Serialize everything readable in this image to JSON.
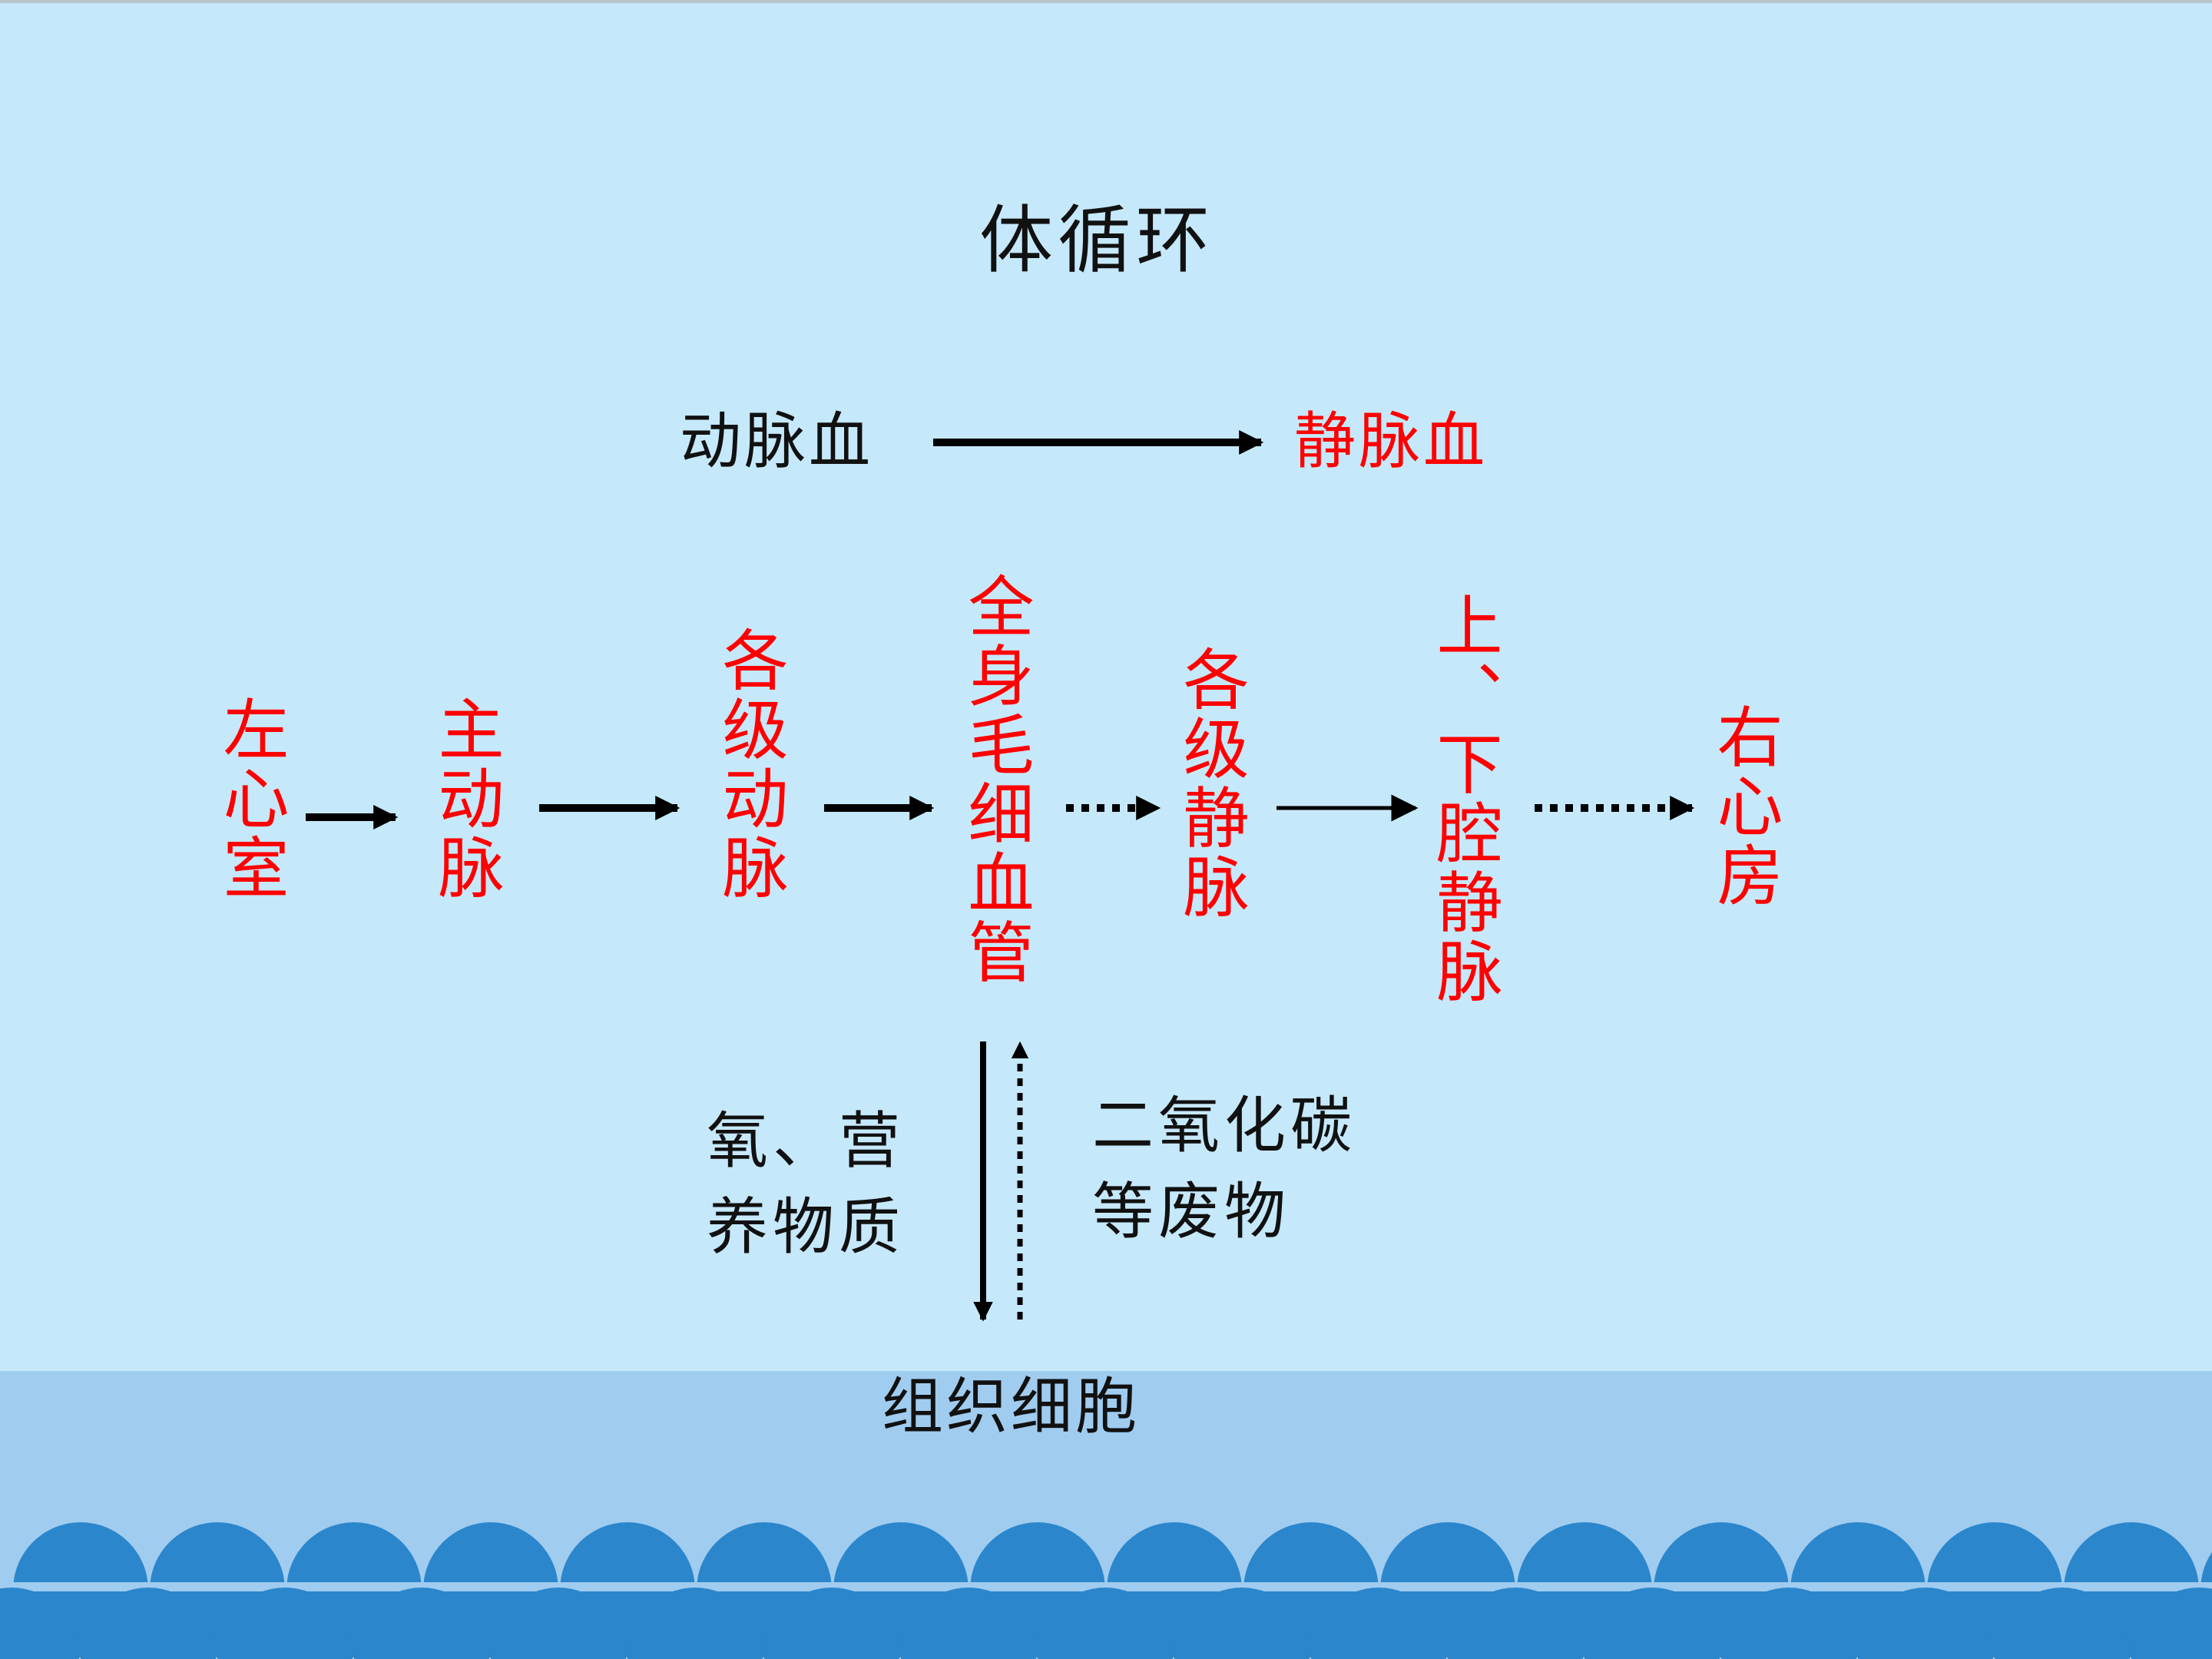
{
  "title": "体循环",
  "blood_change": {
    "from": "动脉血",
    "to": "静脉血"
  },
  "pathway": [
    {
      "label": "左心室"
    },
    {
      "label": "主动脉"
    },
    {
      "label": "各级动脉"
    },
    {
      "label": "全身毛细血管"
    },
    {
      "label": "各级静脉"
    },
    {
      "label": "上、下腔静脉"
    },
    {
      "label": "右心房"
    }
  ],
  "exchange": {
    "supply_line1": "氧、营",
    "supply_line2": "养物质",
    "waste_line1": "二氧化碳",
    "waste_line2": "等废物"
  },
  "tissue": "组织细胞",
  "colors": {
    "background": "#c6e8fb",
    "band": "#a0ccef",
    "wave": "#2b86cc",
    "highlight_text": "#ff0000",
    "plain_text": "#111111"
  }
}
